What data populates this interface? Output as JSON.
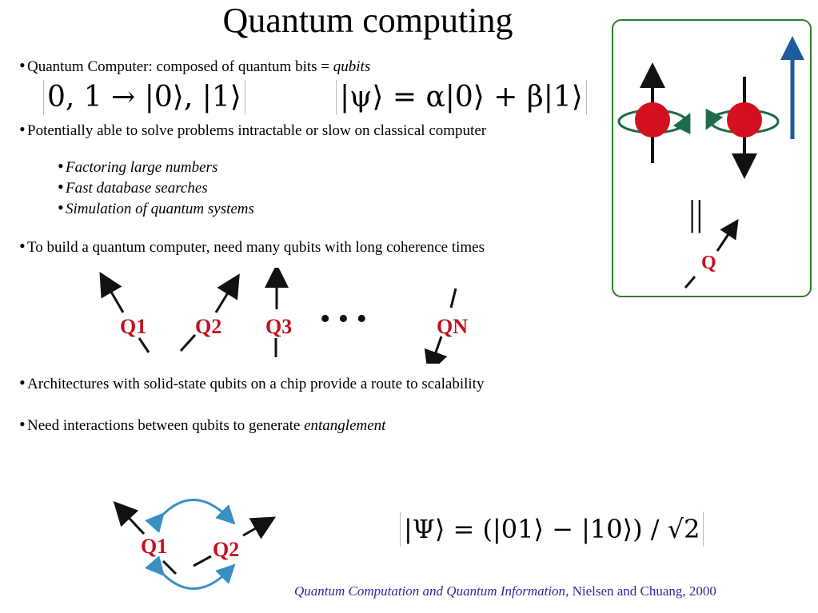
{
  "title": "Quantum computing",
  "bullets": {
    "b1_text": "Quantum Computer: composed of quantum bits = ",
    "b1_em": "qubits",
    "b2_text": "Potentially able to solve problems intractable or slow on classical computer",
    "sub_items": [
      "Factoring large numbers",
      "Fast database searches",
      "Simulation of quantum systems"
    ],
    "b3_text": "To build a quantum computer, need many qubits with long coherence times",
    "b4_text": "Architectures with solid-state qubits on a chip provide a route to scalability",
    "b5_text": "Need interactions between qubits to generate ",
    "b5_em": "entanglement"
  },
  "equations": {
    "basis": "0, 1 → |0⟩, |1⟩",
    "superposition": "|ψ⟩ = α|0⟩ + β|1⟩",
    "entangled": "|Ψ⟩ = (|01⟩ − |10⟩) / √2"
  },
  "qubit_row": {
    "labels": [
      "Q1",
      "Q2",
      "Q3",
      "QN"
    ],
    "ellipsis": "• • •"
  },
  "entangled_pair": {
    "labels": [
      "Q1",
      "Q2"
    ]
  },
  "spin_panel": {
    "q_label": "Q",
    "equals": "||"
  },
  "citation": {
    "title": "Quantum Computation and Quantum Information",
    "rest": ", Nielsen and Chuang, 2000"
  },
  "colors": {
    "qubit_red": "#c4101e",
    "frame_green": "#2f7d2f",
    "rotation_green": "#1d6b4a",
    "blue_arrow": "#1f5a9e",
    "entangle_blue": "#3a8fc4",
    "citation_purple": "#3b1ea0"
  }
}
